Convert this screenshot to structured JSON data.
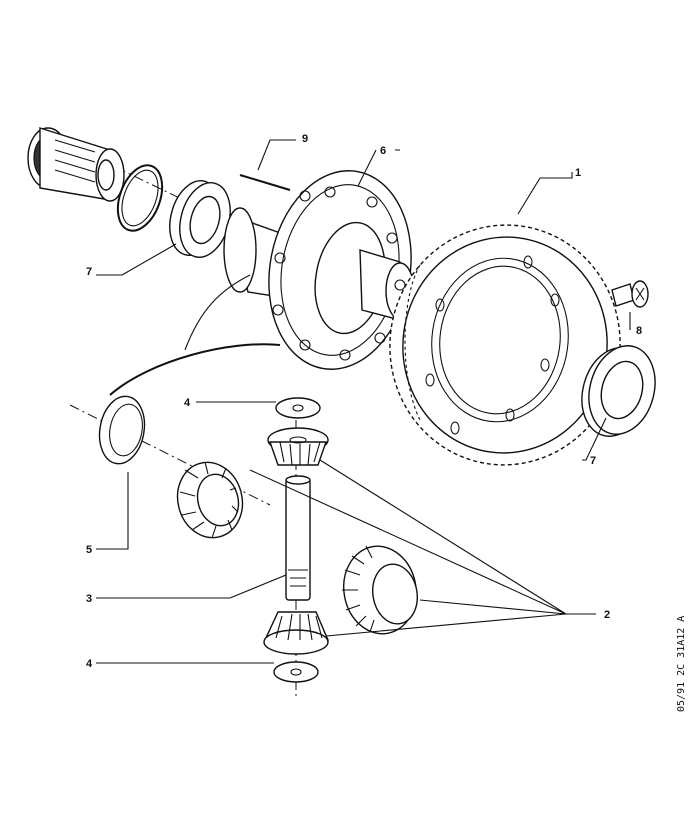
{
  "drawing": {
    "callouts": [
      {
        "id": "1",
        "label": "1"
      },
      {
        "id": "2",
        "label": "2"
      },
      {
        "id": "3",
        "label": "3"
      },
      {
        "id": "4a",
        "label": "4"
      },
      {
        "id": "4b",
        "label": "4"
      },
      {
        "id": "5",
        "label": "5"
      },
      {
        "id": "6",
        "label": "6"
      },
      {
        "id": "7a",
        "label": "7"
      },
      {
        "id": "7b",
        "label": "7"
      },
      {
        "id": "8",
        "label": "8"
      },
      {
        "id": "9",
        "label": "9"
      }
    ],
    "reference_code": "05/91  2C 31A12 A"
  }
}
